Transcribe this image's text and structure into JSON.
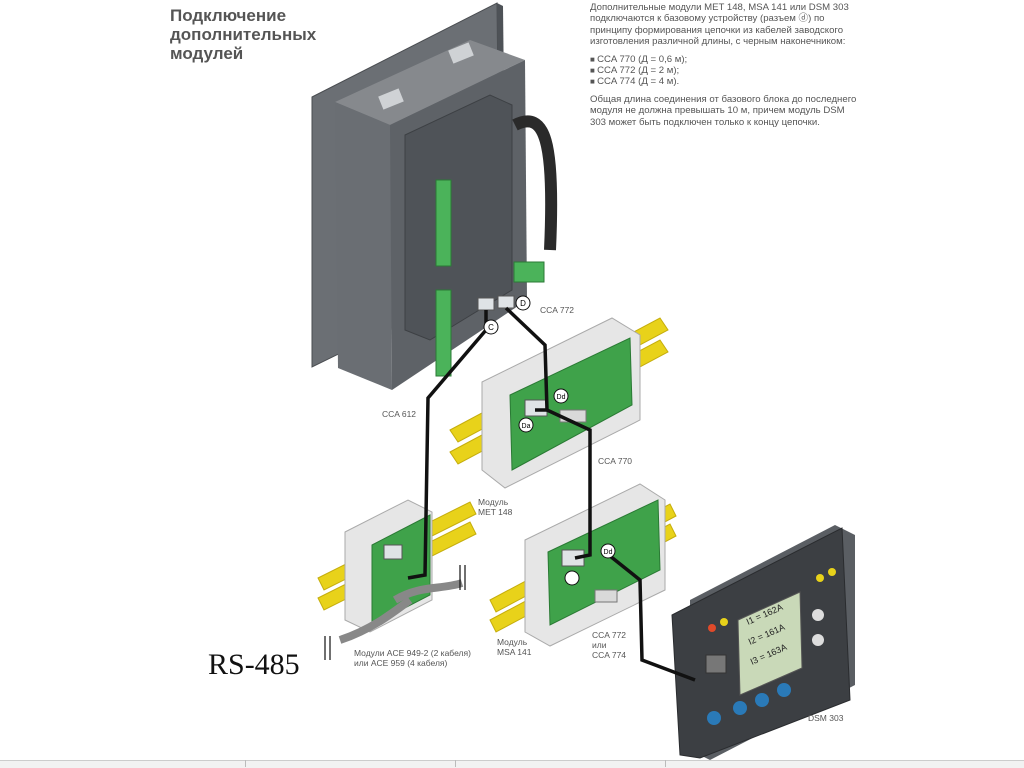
{
  "title_lines": [
    "Подключение",
    "дополнительных",
    "модулей"
  ],
  "description": {
    "intro": "Дополнительные модули MET 148, MSA 141 или DSM 303 подключаются к базовому устройству (разъем ⓓ) по принципу формирования цепочки из кабелей заводского изготовления различной длины, с черным наконечником:",
    "cables": [
      "CCA 770 (Д = 0,6 м);",
      "CCA 772 (Д = 2 м);",
      "CCA 774 (Д = 4 м)."
    ],
    "note": "Общая длина соединения от базового блока до последнего модуля не должна превышать 10 м, причем модуль DSM 303 может быть подключен только к концу цепочки."
  },
  "labels": {
    "cca612": "CCA 612",
    "cca772": "CCA 772",
    "cca770": "CCA 770",
    "met148_a": "Модуль",
    "met148_b": "MET 148",
    "msa141_a": "Модуль",
    "msa141_b": "MSA 141",
    "ace_a": "Модули ACE 949-2 (2 кабеля)",
    "ace_b": "или ACE 959 (4 кабеля)",
    "cca772_774_a": "CCA 772",
    "cca772_774_b": "или",
    "cca772_774_c": "CCA 774",
    "dsm303": "DSM 303",
    "conn_c": "C",
    "conn_d": "D",
    "conn_da": "Da",
    "conn_dd1": "Dd",
    "conn_dd2": "Dd",
    "display_l1": "I1 = 162A",
    "display_l2": "I2 = 161A",
    "display_l3": "I3 = 163A"
  },
  "rs485": "RS-485",
  "colors": {
    "device_dark": "#5c6065",
    "device_mid": "#74787d",
    "pcb_green": "#3fa24a",
    "rail_yellow": "#e8d21a",
    "cable_black": "#111111",
    "module_gray": "#e6e6e6"
  }
}
